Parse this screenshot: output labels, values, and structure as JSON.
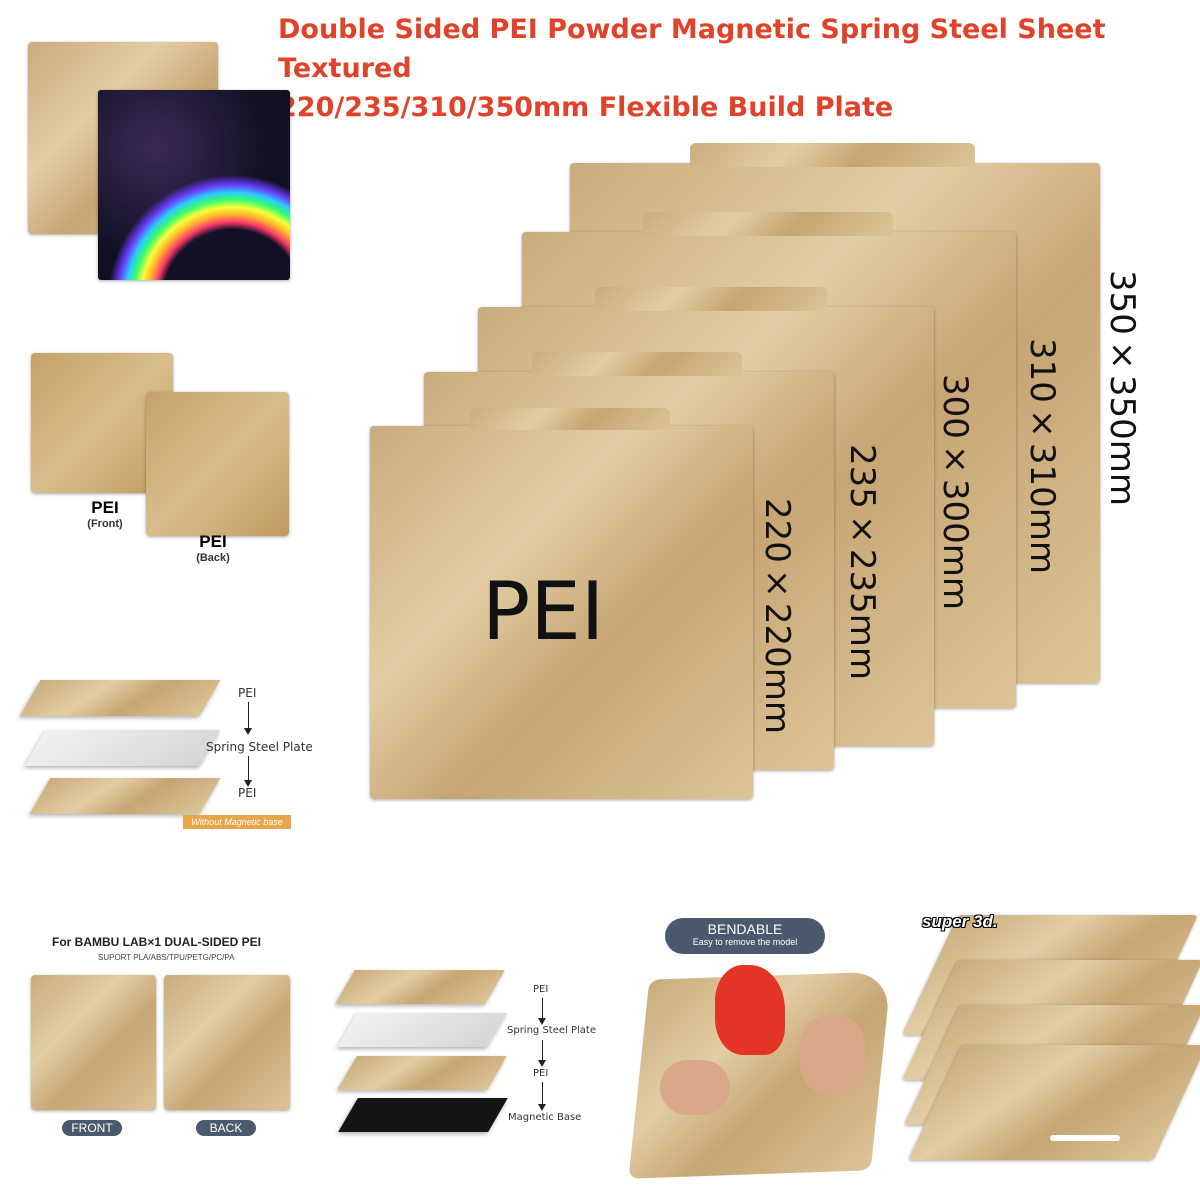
{
  "title": {
    "line1": "Double Sided PEI Powder Magnetic Spring Steel Sheet Textured",
    "line2": "220/235/310/350mm Flexible Build Plate"
  },
  "sizes": {
    "s220": "220×220mm",
    "s235": "235×235mm",
    "s300": "300×300mm",
    "s310": "310×310mm",
    "s350": "350×350mm",
    "pei_big": "PEI"
  },
  "front_back": {
    "front_title": "PEI",
    "front_sub": "(Front)",
    "back_title": "PEI",
    "back_sub": "(Back)"
  },
  "layers_a": {
    "top": "PEI",
    "middle": "Spring Steel Plate",
    "bottom": "PEI",
    "badge": "Without Magnetic base"
  },
  "bambu": {
    "heading": "For BAMBU LAB×1 DUAL-SIDED PEI",
    "support": "SUPORT PLA/ABS/TPU/PETG/PC/PA",
    "front_btn": "FRONT",
    "back_btn": "BACK"
  },
  "layers_b": {
    "top": "PEI",
    "middle": "Spring Steel Plate",
    "lower": "PEI",
    "base": "Magnetic Base"
  },
  "bendable": {
    "title": "BENDABLE",
    "sub": "Easy to remove the model"
  },
  "brand": "super 3d.",
  "colors": {
    "title_red": "#e0432a",
    "gold": "#cfb283",
    "pill": "#4a5a6c",
    "badge": "#e8a54a"
  }
}
